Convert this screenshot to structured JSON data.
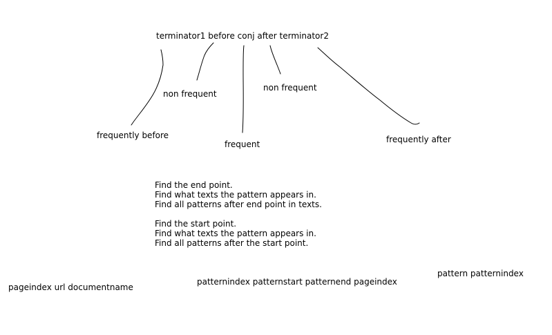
{
  "diagram": {
    "header": "terminator1 before conj after terminator2",
    "branches": {
      "frequently_before": "frequently before",
      "non_frequent_left": "non frequent",
      "frequent": "frequent",
      "non_frequent_right": "non frequent",
      "frequently_after": "frequently after"
    },
    "steps_end": [
      "Find the end point.",
      "Find what texts the pattern appears in.",
      "Find all patterns after end point in texts."
    ],
    "steps_start": [
      "Find the start point.",
      "Find what texts the pattern appears in.",
      "Find all patterns after the start point."
    ],
    "tables": {
      "documents": "pageindex url documentname",
      "occurrences": "patternindex patternstart patternend pageindex",
      "patterns": "pattern patternindex"
    }
  }
}
